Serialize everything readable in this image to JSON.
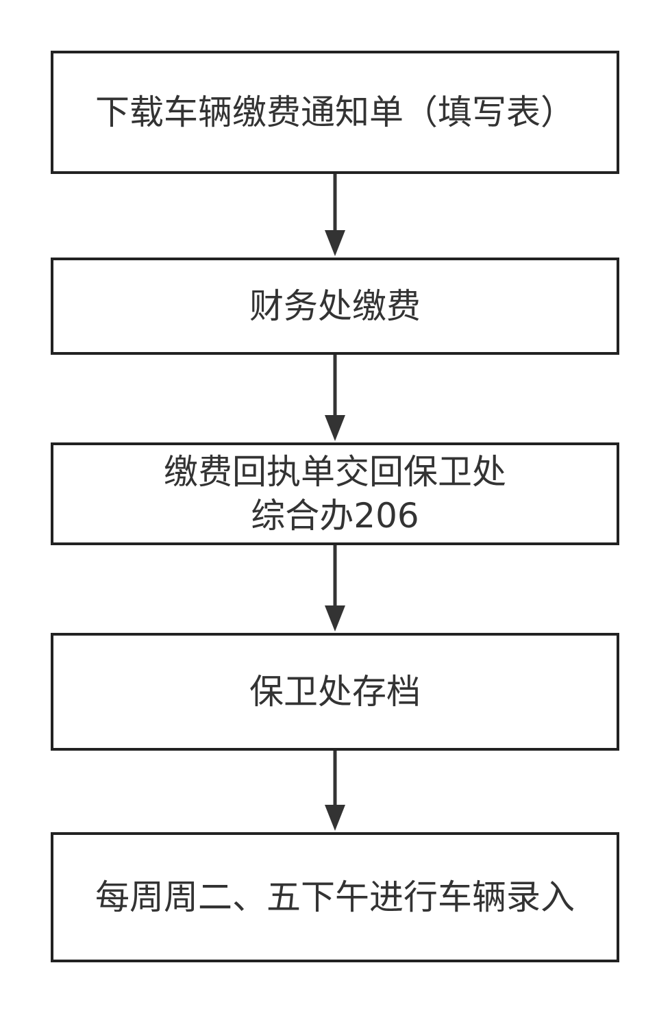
{
  "colors": {
    "border": "#222222",
    "text": "#333333",
    "arrow": "#333333",
    "background": "#ffffff"
  },
  "steps": [
    {
      "label": "下载车辆缴费通知单（填写表）"
    },
    {
      "label": "财务处缴费"
    },
    {
      "label": "缴费回执单交回保卫处\n综合办206"
    },
    {
      "label": "保卫处存档"
    },
    {
      "label": "每周周二、五下午进行车辆录入"
    }
  ]
}
